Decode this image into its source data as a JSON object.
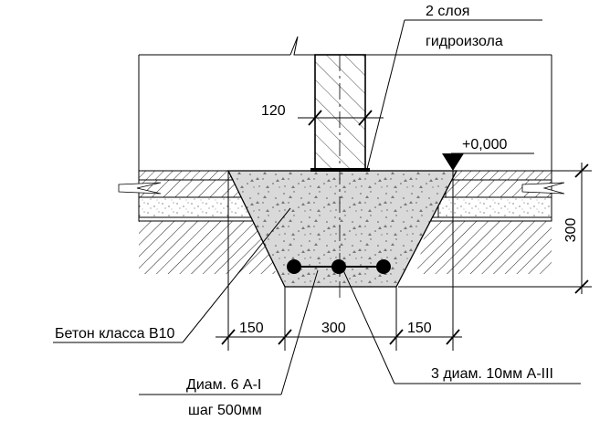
{
  "drawing": {
    "labels": {
      "waterproofing_line1": "2 слоя",
      "waterproofing_line2": "гидроизола",
      "wall_thickness": "120",
      "level_mark": "+0,000",
      "concrete_class": "Бетон класса В10",
      "rebar_dia6_line1": "Диам. 6 А-I",
      "rebar_dia6_line2": "шаг 500мм",
      "rebar_dia10": "3 диам. 10мм А-III"
    },
    "dimensions": {
      "left_offset": "150",
      "base_width": "300",
      "right_offset": "150",
      "height": "300"
    }
  }
}
